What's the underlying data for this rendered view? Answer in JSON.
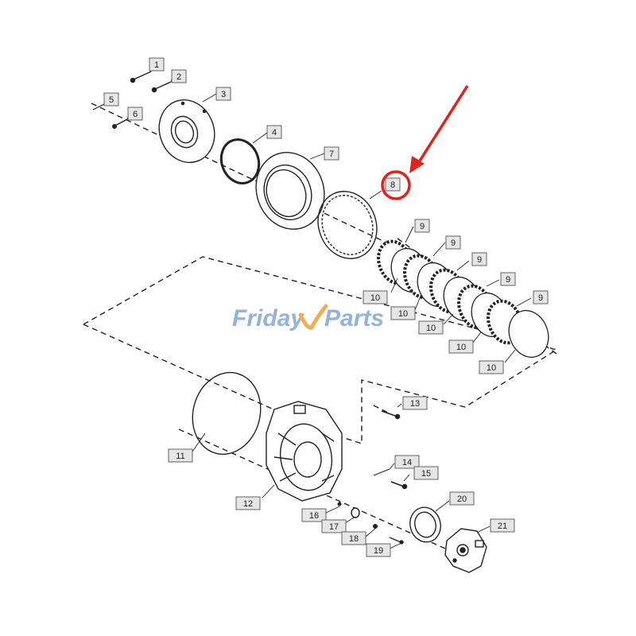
{
  "watermark": {
    "part1": "Friday",
    "part2": "Parts",
    "color_main": "#7fa6d6",
    "color_accent": "#f0a030"
  },
  "highlight": {
    "callout": "8",
    "color": "#e0241c"
  },
  "callouts": [
    {
      "id": "1",
      "label": "1"
    },
    {
      "id": "2",
      "label": "2"
    },
    {
      "id": "3",
      "label": "3"
    },
    {
      "id": "4",
      "label": "4"
    },
    {
      "id": "5",
      "label": "5"
    },
    {
      "id": "6",
      "label": "6"
    },
    {
      "id": "7",
      "label": "7"
    },
    {
      "id": "8",
      "label": "8"
    },
    {
      "id": "9a",
      "label": "9"
    },
    {
      "id": "9b",
      "label": "9"
    },
    {
      "id": "9c",
      "label": "9"
    },
    {
      "id": "9d",
      "label": "9"
    },
    {
      "id": "9e",
      "label": "9"
    },
    {
      "id": "10a",
      "label": "10"
    },
    {
      "id": "10b",
      "label": "10"
    },
    {
      "id": "10c",
      "label": "10"
    },
    {
      "id": "10d",
      "label": "10"
    },
    {
      "id": "10e",
      "label": "10"
    },
    {
      "id": "11",
      "label": "11"
    },
    {
      "id": "12",
      "label": "12"
    },
    {
      "id": "13",
      "label": "13"
    },
    {
      "id": "14",
      "label": "14"
    },
    {
      "id": "15",
      "label": "15"
    },
    {
      "id": "16",
      "label": "16"
    },
    {
      "id": "17",
      "label": "17"
    },
    {
      "id": "18",
      "label": "18"
    },
    {
      "id": "19",
      "label": "19"
    },
    {
      "id": "20",
      "label": "20"
    },
    {
      "id": "21",
      "label": "21"
    }
  ]
}
